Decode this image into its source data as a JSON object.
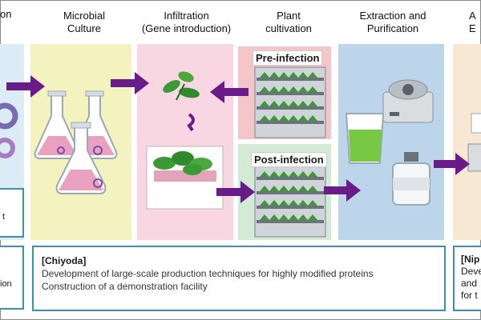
{
  "steps": [
    {
      "title": "on"
    },
    {
      "title": "Microbial\nCulture"
    },
    {
      "title": "Infiltration\n(Gene introduction)"
    },
    {
      "title": "Plant\ncultivation"
    },
    {
      "title": "Extraction and\nPurification"
    },
    {
      "title": "A\nE"
    }
  ],
  "panels": {
    "pre": "Pre-infection",
    "post": "Post-infection"
  },
  "left_boxes": {
    "top": "t",
    "bottom": "ion"
  },
  "info": {
    "chiyoda": {
      "heading": "[Chiyoda]",
      "lines": [
        "Development of large-scale production techniques for highly modified proteins",
        "Construction of a demonstration facility"
      ]
    },
    "nippon": {
      "heading": "[Nip",
      "lines": [
        "Deve",
        "and",
        "for t"
      ]
    }
  },
  "colors": {
    "arrow": "#6a1b8a",
    "border": "#3e8fb2"
  }
}
